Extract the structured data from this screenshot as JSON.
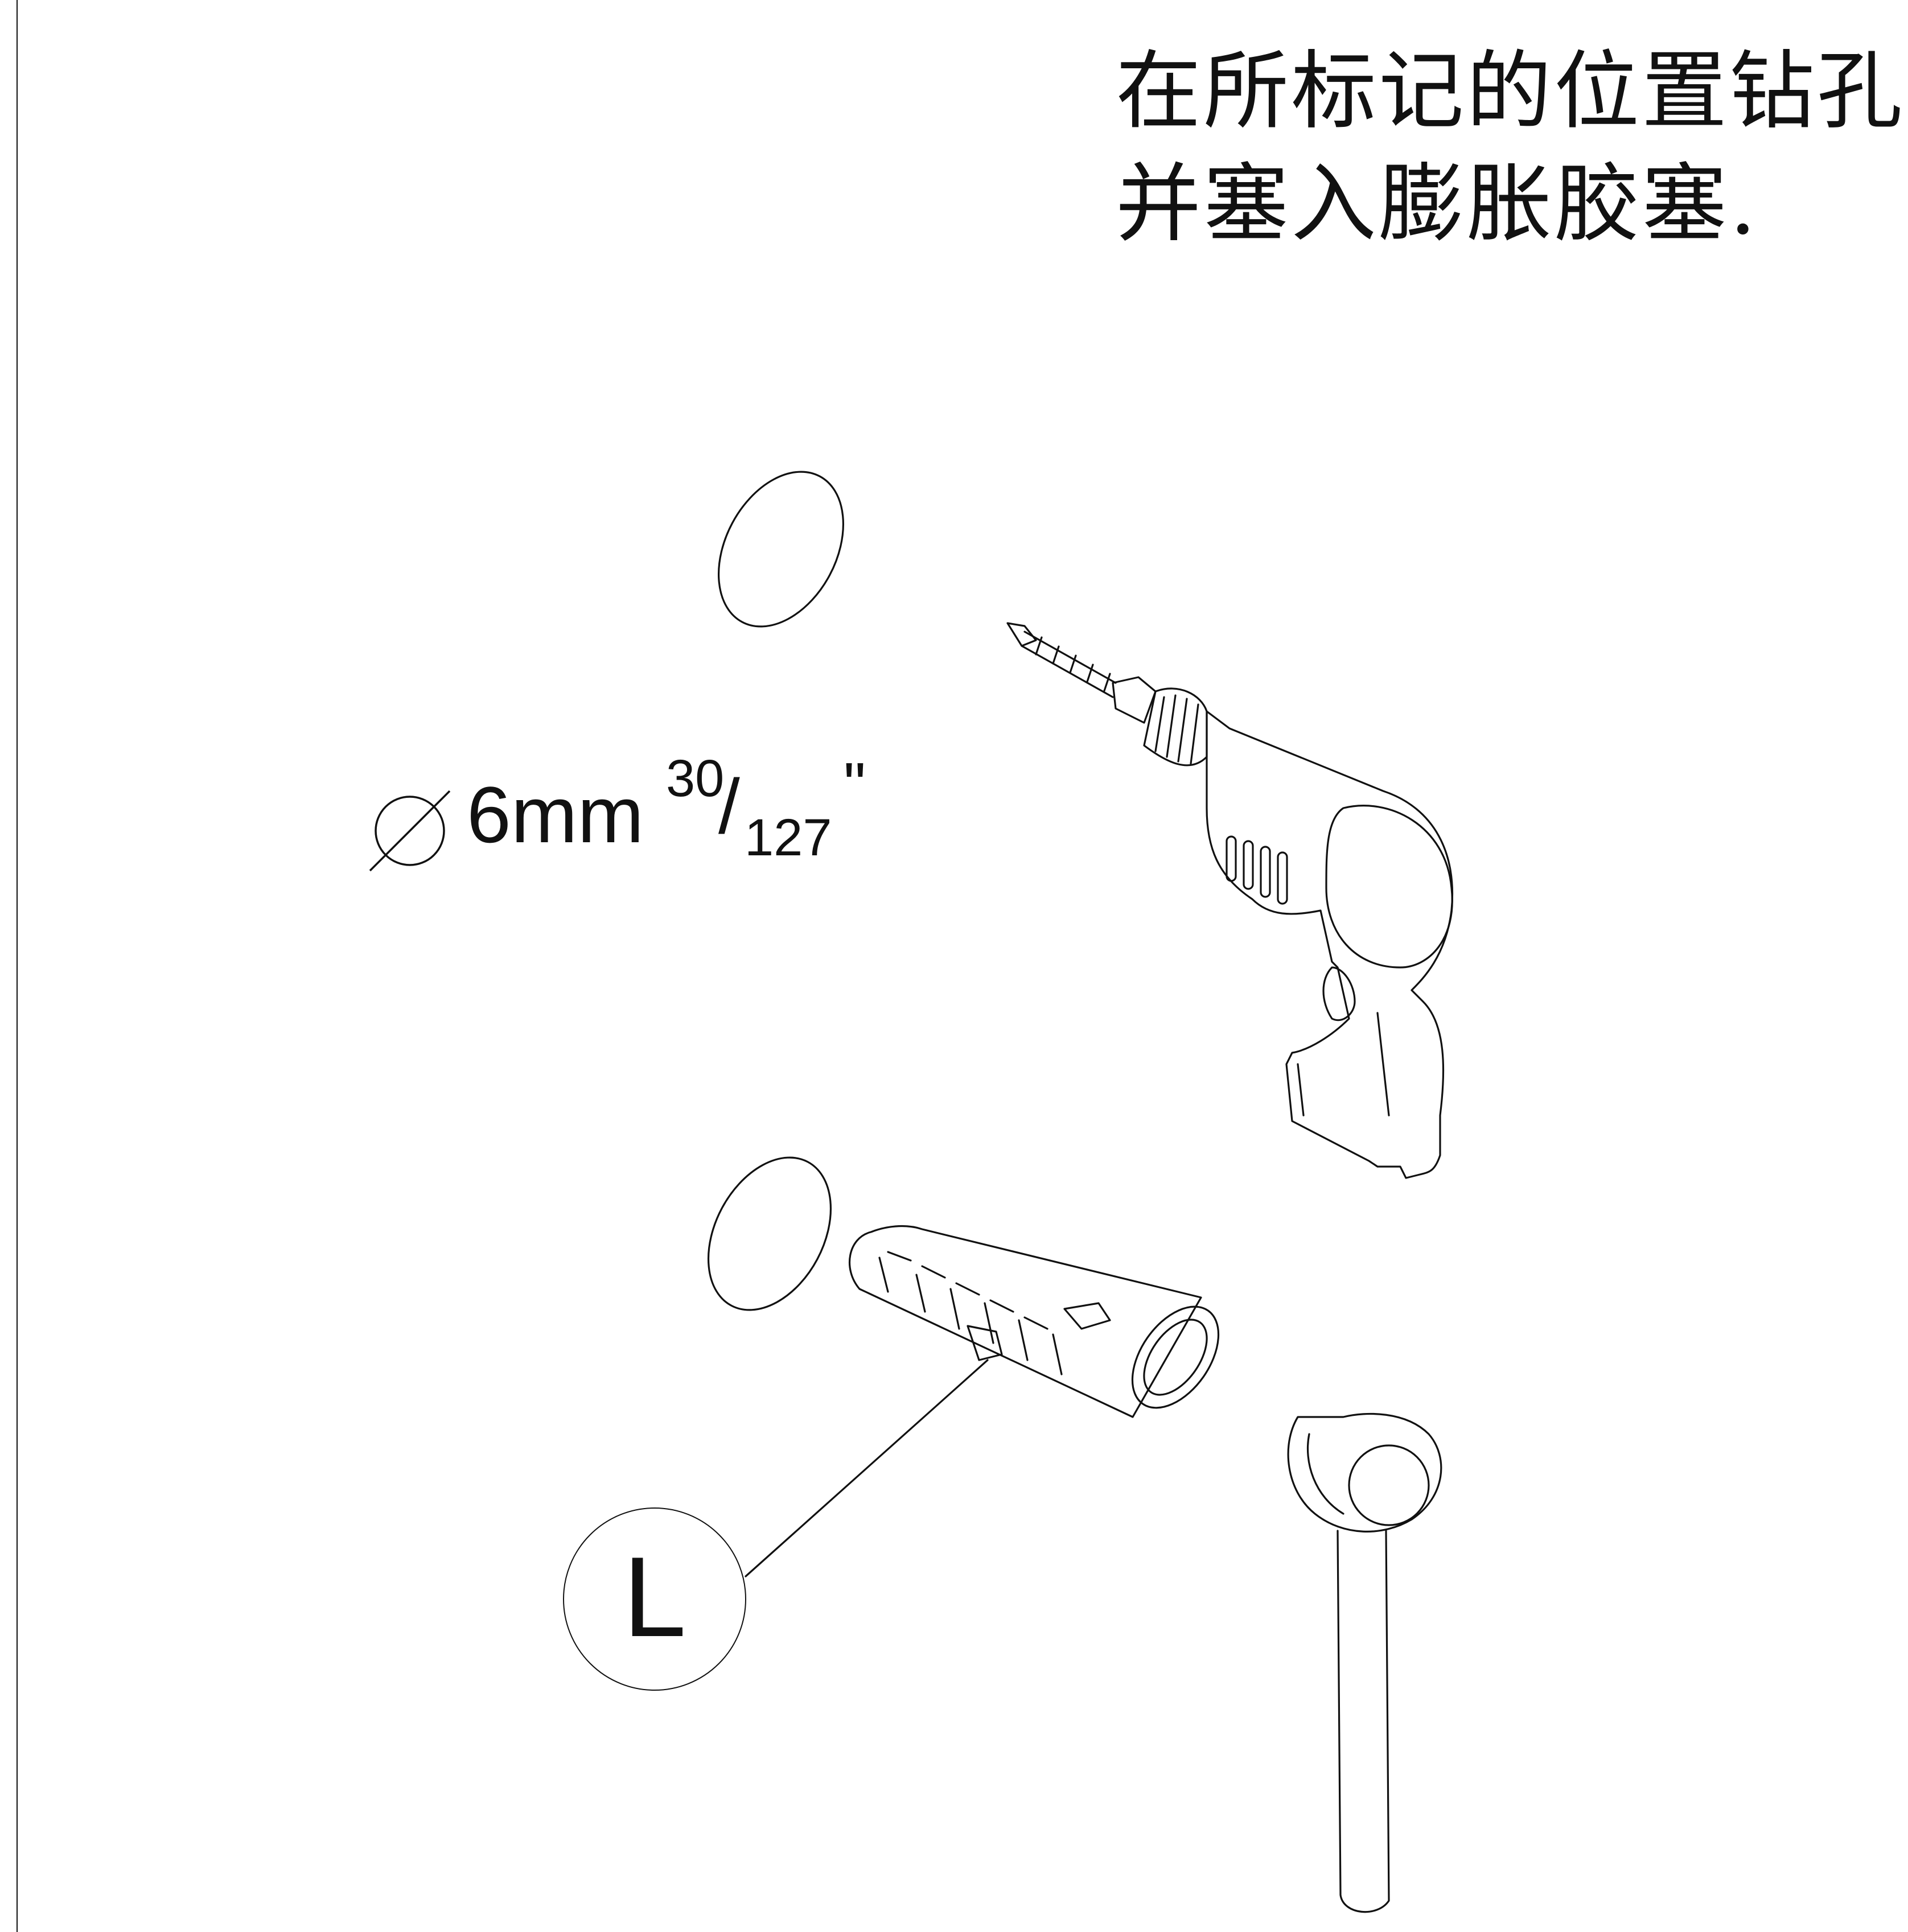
{
  "instruction": {
    "line1": "在所标记的位置钻孔",
    "line2": "并塞入膨胀胶塞."
  },
  "dimension": {
    "symbol_icon": "diameter-symbol",
    "main": "6mm",
    "fraction_numerator": "30",
    "fraction_slash": "/",
    "fraction_denominator": "127",
    "inch_mark": "\""
  },
  "part_label": "L",
  "icons": [
    "drill-icon",
    "wall-plug-icon",
    "hammer-icon",
    "drill-hole-marker",
    "drill-hole-marker"
  ]
}
